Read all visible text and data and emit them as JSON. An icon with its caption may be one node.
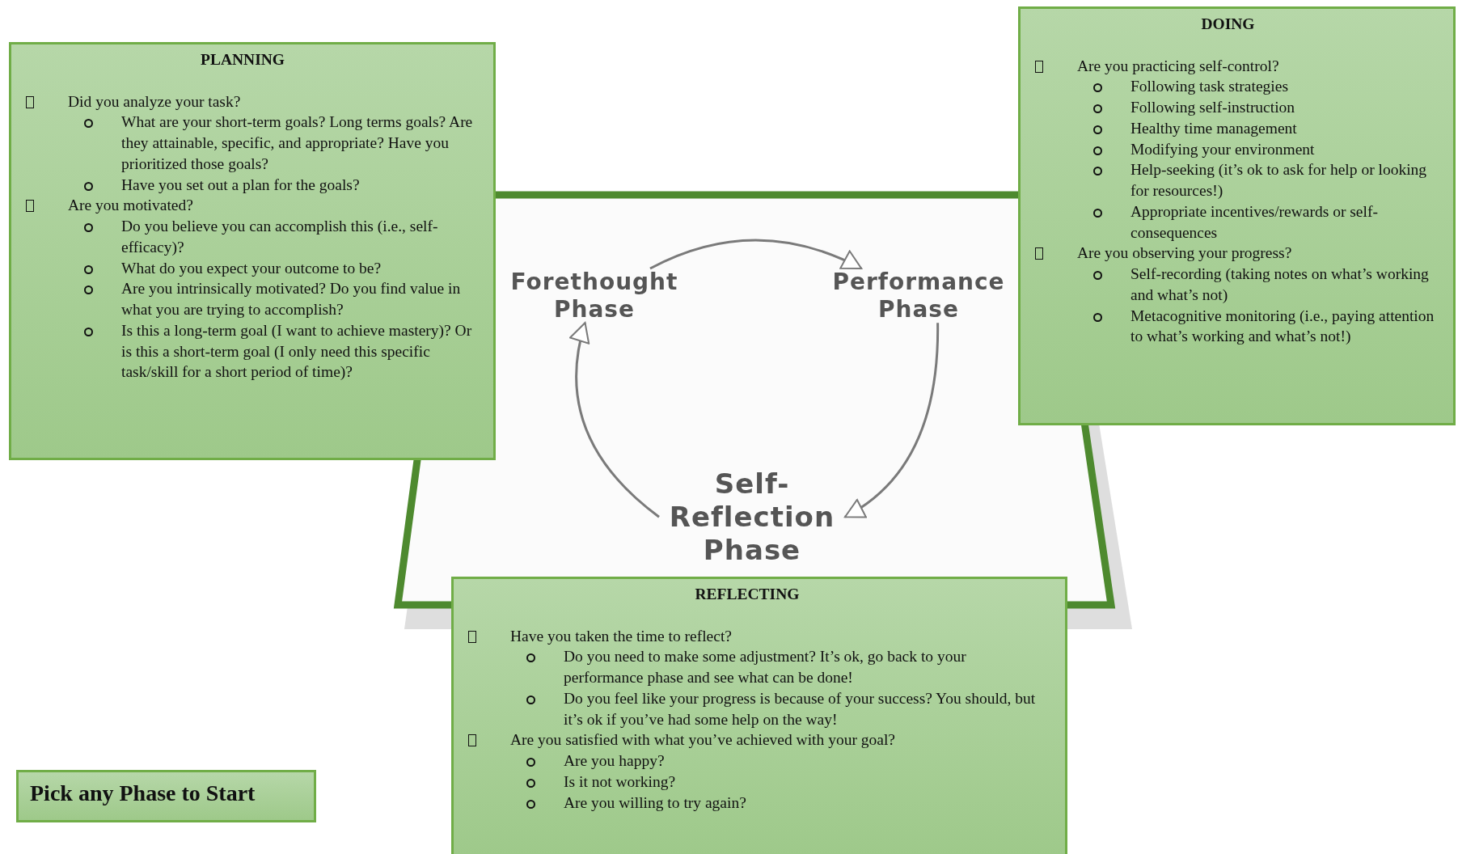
{
  "diagram": {
    "nodes": [
      {
        "text": [
          "PLANNING",
          "Did you analyze your task?",
          "What are your short-term goals? Long terms goals? Are they attainable, specific, and appropriate? Have you prioritized those goals?",
          "Have you set out a plan for the goals?",
          "Are you motivated?",
          "Do you believe you can accomplish this (i.e., self-efficacy)?",
          "What do you expect your outcome to be?",
          "Are you intrinsically motivated? Do you find value in what you are trying to accomplish?",
          "Is this a long-term goal (I want to achieve mastery)? Or is this a short-term goal (I only need this specific task/skill for a short period of time)?"
        ]
      },
      {
        "text": [
          "DOING",
          "Are you practicing self-control?",
          "Following task strategies",
          "Following self-instruction",
          "Healthy time management",
          "Modifying your environment",
          "Help-seeking (it’s ok to ask for help or looking for resources!)",
          "Appropriate incentives/rewards or self-consequences",
          "Are you observing your progress?",
          "Self-recording (taking notes on what’s working and what’s not)",
          "Metacognitive monitoring (i.e., paying attention to what’s working and what’s not!)"
        ]
      },
      {
        "text": [
          "REFLECTING",
          "Have you taken the time to reflect?",
          "Do you need to make some adjustment? It’s ok, go back to your performance phase and see what can be done!",
          "Do you feel like your progress is because of your success? You should, but it’s ok if you’ve had some help on the way!",
          "Are you satisfied with what you’ve achieved with your goal?",
          "Are you happy?",
          "Is it not working?",
          "Are you willing to try again?"
        ]
      },
      {
        "text": [
          "Forethought Phase"
        ]
      },
      {
        "text": [
          "Performance Phase"
        ]
      },
      {
        "text": [
          "Self-Reflection Phase"
        ]
      },
      {
        "text": [
          "Pick any Phase to Start"
        ]
      }
    ],
    "edges": [
      {
        "from": 3,
        "to": 4,
        "arrow": "to"
      },
      {
        "from": 4,
        "to": 5,
        "arrow": "to"
      },
      {
        "from": 5,
        "to": 3,
        "arrow": "to"
      }
    ]
  }
}
